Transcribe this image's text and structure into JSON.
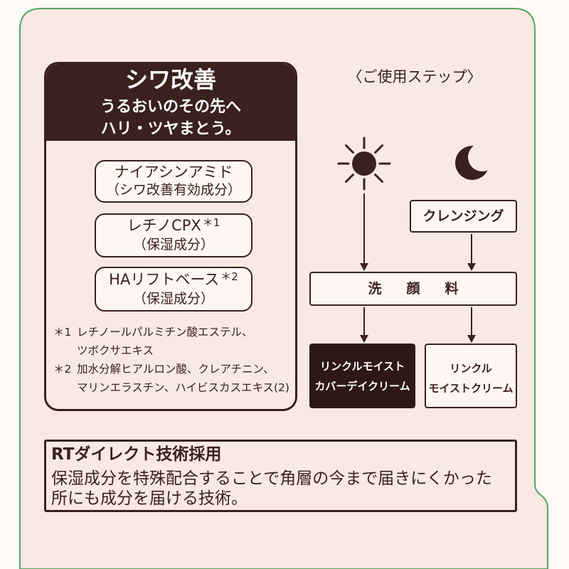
{
  "panel": {
    "title": "シワ改善",
    "tagline": [
      "うるおいのその先へ",
      "ハリ・ツヤまとう。"
    ],
    "ingredients": [
      {
        "name": "ナイアシンアミド",
        "note": "（シワ改善有効成分）"
      },
      {
        "name": "レチノCPX",
        "mark": "＊1",
        "note": "（保湿成分）"
      },
      {
        "name": "HAリフトベース",
        "mark": "＊2",
        "note": "（保湿成分）"
      }
    ],
    "footnotes": [
      {
        "mark": "＊1",
        "lines": [
          "レチノールパルミチン酸エステル、",
          "ツボクサエキス"
        ]
      },
      {
        "mark": "＊2",
        "lines": [
          "加水分解ヒアルロン酸、クレアチニン、",
          "マリンエラスチン、ハイビスカスエキス(2)"
        ]
      }
    ]
  },
  "steps": {
    "heading": "〈ご使用ステップ〉",
    "day_icon": "sun-icon",
    "night_icon": "moon-icon",
    "cleansing": "クレンジング",
    "wash": "洗顔料",
    "day_cream": [
      "リンクルモイスト",
      "カバーデイクリーム"
    ],
    "night_cream": [
      "リンクル",
      "モイストクリーム"
    ]
  },
  "rt_technology": {
    "title": "RTダイレクト技術採用",
    "body": [
      "保湿成分を特殊配合することで角層の今まで届きにくかった",
      "所にも成分を届ける技術。"
    ]
  },
  "colors": {
    "ink": "#3a211d",
    "dark_fill": "#2e1815",
    "frame": "#55a364",
    "panel_bg": "#f9e9e2",
    "page_bg": "#fefaf7",
    "box_bg": "#fdf6f2"
  }
}
